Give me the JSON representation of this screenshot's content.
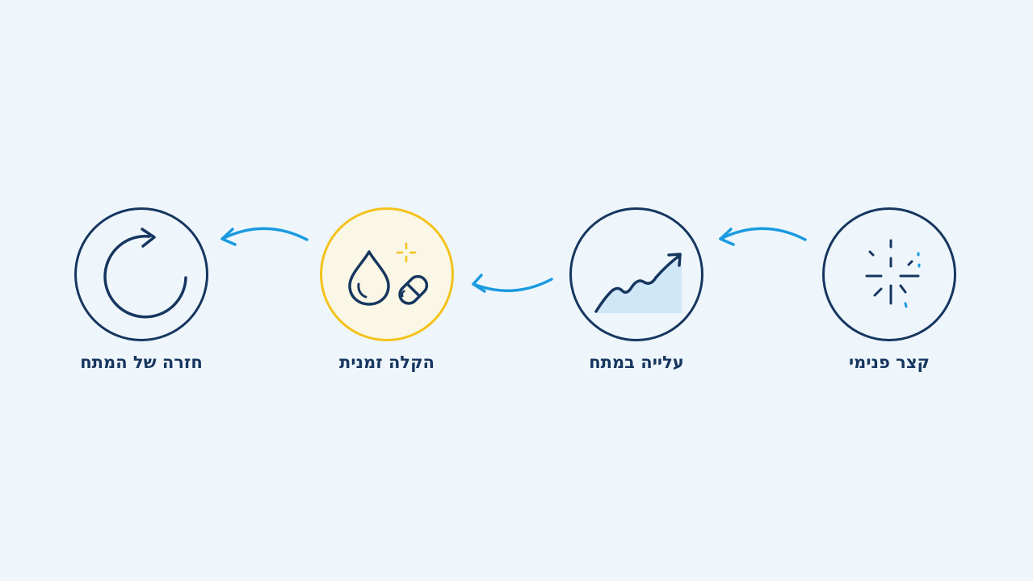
{
  "colors": {
    "background": "#eef6fc",
    "navy": "#16365f",
    "accent_blue": "#1a9ae0",
    "yellow": "#f4c21a",
    "yellow_fill": "#fbf7e6",
    "light_blue_fill": "#cfe7f7"
  },
  "steps": [
    {
      "label": "קצר פנימי",
      "icon": "spark-icon",
      "highlighted": false
    },
    {
      "label": "עלייה במתח",
      "icon": "rising-trend-icon",
      "highlighted": false
    },
    {
      "label": "הקלה זמנית",
      "icon": "drop-and-pill-icon",
      "highlighted": true
    },
    {
      "label": "חזרה של המתח",
      "icon": "circular-arrow-icon",
      "highlighted": false
    }
  ]
}
